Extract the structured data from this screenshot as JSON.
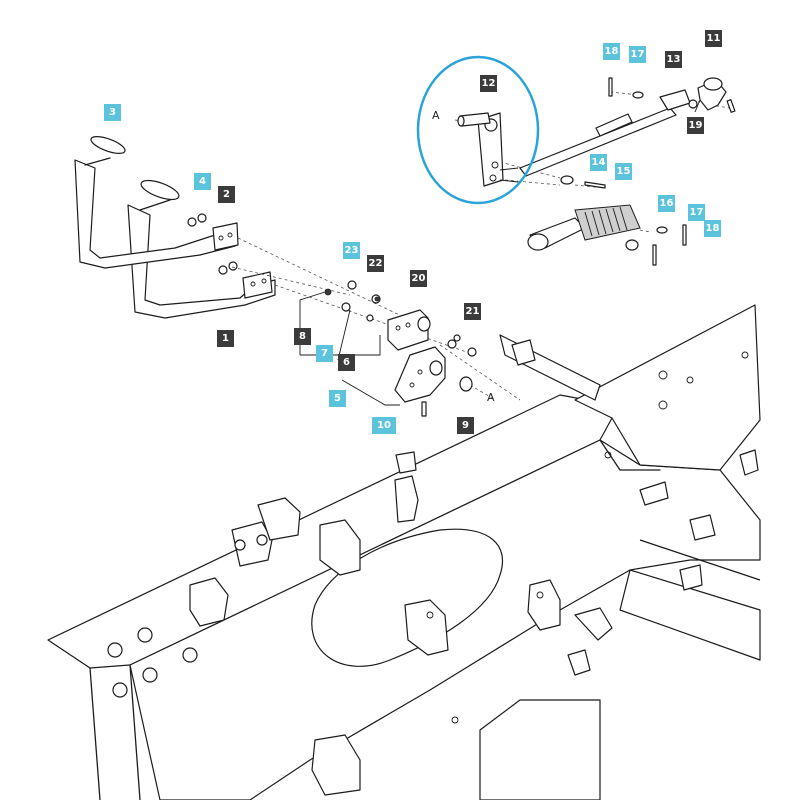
{
  "labels": [
    {
      "id": "1",
      "style": "dark"
    },
    {
      "id": "2",
      "style": "dark"
    },
    {
      "id": "3",
      "style": "blue"
    },
    {
      "id": "4",
      "style": "blue"
    },
    {
      "id": "5",
      "style": "blue"
    },
    {
      "id": "6",
      "style": "dark"
    },
    {
      "id": "7",
      "style": "blue"
    },
    {
      "id": "8",
      "style": "dark"
    },
    {
      "id": "9",
      "style": "dark"
    },
    {
      "id": "10",
      "style": "blue"
    },
    {
      "id": "11",
      "style": "dark"
    },
    {
      "id": "12",
      "style": "dark"
    },
    {
      "id": "13",
      "style": "dark"
    },
    {
      "id": "14",
      "style": "blue"
    },
    {
      "id": "15",
      "style": "blue"
    },
    {
      "id": "16",
      "style": "blue"
    },
    {
      "id": "17",
      "style": "blue"
    },
    {
      "id": "17b",
      "text": "17",
      "style": "blue"
    },
    {
      "id": "18",
      "style": "blue"
    },
    {
      "id": "18b",
      "text": "18",
      "style": "blue"
    },
    {
      "id": "19",
      "style": "dark"
    },
    {
      "id": "20",
      "style": "dark"
    },
    {
      "id": "21",
      "style": "dark"
    },
    {
      "id": "22",
      "style": "dark"
    },
    {
      "id": "23",
      "style": "blue"
    }
  ],
  "refs": {
    "a1": "A",
    "a2": "A"
  },
  "colors": {
    "dark_label": "#3b3b3b",
    "blue_label": "#5bc4dc",
    "highlight": "#2aa3d8"
  }
}
